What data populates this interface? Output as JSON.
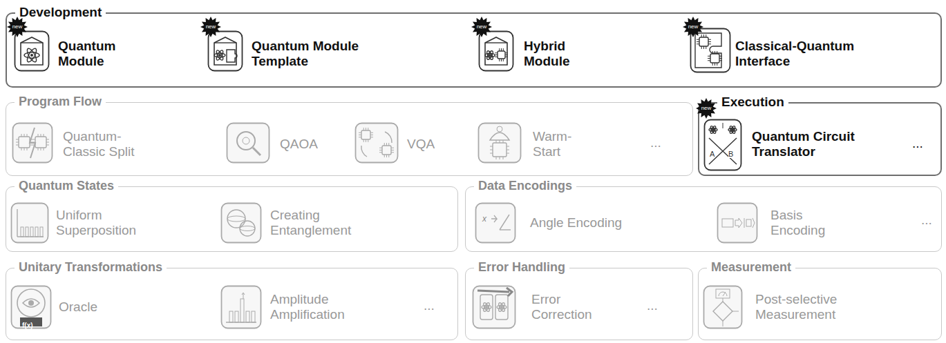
{
  "diagram": {
    "nodes": [
      {
        "text": [
          "Development"
        ]
      },
      {
        "text": [
          "Quantum Module"
        ],
        "in": 0
      },
      {
        "text": [
          "Quantum Module Template"
        ],
        "in": 0
      },
      {
        "text": [
          "Hybrid Module"
        ],
        "in": 0
      },
      {
        "text": [
          "Classical-Quantum Interface"
        ],
        "in": 0
      },
      {
        "text": [
          "Program Flow"
        ]
      },
      {
        "text": [
          "Quantum-Classic Split"
        ],
        "in": 5
      },
      {
        "text": [
          "QAOA"
        ],
        "in": 5
      },
      {
        "text": [
          "VQA"
        ],
        "in": 5
      },
      {
        "text": [
          "Warm-Start"
        ],
        "in": 5
      },
      {
        "text": [
          "Execution"
        ]
      },
      {
        "text": [
          "Quantum Circuit Translator"
        ],
        "in": 10
      },
      {
        "text": [
          "Quantum States"
        ]
      },
      {
        "text": [
          "Uniform Superposition"
        ],
        "in": 12
      },
      {
        "text": [
          "Creating Entanglement"
        ],
        "in": 12
      },
      {
        "text": [
          "Data Encodings"
        ]
      },
      {
        "text": [
          "Angle Encoding"
        ],
        "in": 15
      },
      {
        "text": [
          "Basis Encoding"
        ],
        "in": 15
      },
      {
        "text": [
          "Unitary Transformations"
        ]
      },
      {
        "text": [
          "Oracle"
        ],
        "in": 18
      },
      {
        "text": [
          "Amplitude Amplification"
        ],
        "in": 18
      },
      {
        "text": [
          "Error Handling"
        ]
      },
      {
        "text": [
          "Error Correction"
        ],
        "in": 21
      },
      {
        "text": [
          "Measurement"
        ]
      },
      {
        "text": [
          "Post-selective Measurement"
        ],
        "in": 23
      }
    ],
    "labels": [
      "new",
      "new",
      "new",
      "new",
      "new",
      "...",
      "...",
      "A",
      "B",
      "...",
      "x",
      "f(x)",
      "...",
      "..."
    ]
  }
}
